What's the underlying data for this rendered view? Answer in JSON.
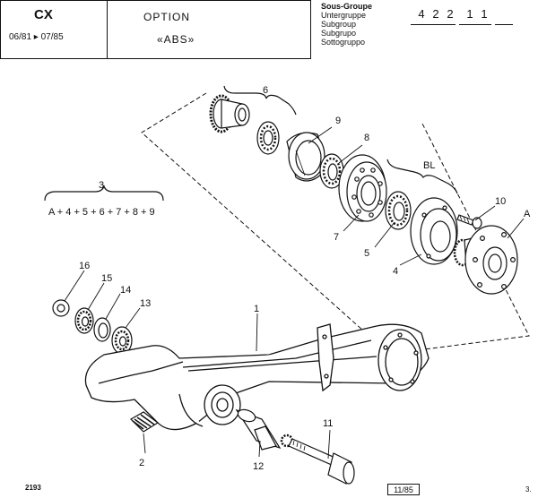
{
  "header": {
    "model": "CX",
    "dates": "06/81 ▸ 07/85",
    "option_title": "OPTION",
    "option_sub": "«ABS»",
    "subgroup_labels": [
      "Sous-Groupe",
      "Untergruppe",
      "Subgroup",
      "Subgrupo",
      "Sottogruppo"
    ],
    "code_digits": [
      "4",
      "2",
      "2",
      "1",
      "1",
      ""
    ]
  },
  "diagram": {
    "callouts": {
      "c1": "1",
      "c2": "2",
      "c3": "3",
      "c4": "4",
      "c5": "5",
      "c6": "6",
      "c7": "7",
      "c8": "8",
      "c9": "9",
      "c10": "10",
      "c11": "11",
      "c12": "12",
      "c13": "13",
      "c14": "14",
      "c15": "15",
      "c16": "16",
      "cA": "A",
      "cBL": "BL"
    },
    "formula": "A + 4 + 5 + 6 + 7 + 8 + 9"
  },
  "footer": {
    "left_code": "2193",
    "plate_date": "11/85",
    "right_mark": "3."
  }
}
